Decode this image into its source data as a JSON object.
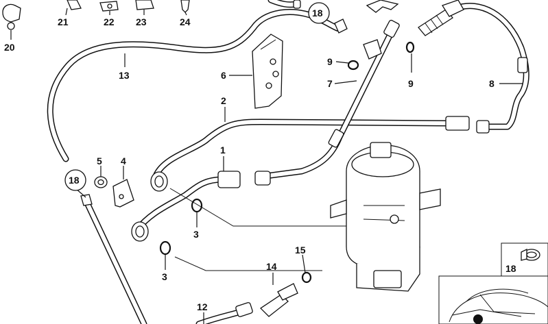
{
  "callouts": [
    {
      "id": "c-20",
      "text": "20"
    },
    {
      "id": "c-21",
      "text": "21"
    },
    {
      "id": "c-22",
      "text": "22"
    },
    {
      "id": "c-23",
      "text": "23"
    },
    {
      "id": "c-24",
      "text": "24"
    },
    {
      "id": "c-18a",
      "text": "18"
    },
    {
      "id": "c-13",
      "text": "13"
    },
    {
      "id": "c-6",
      "text": "6"
    },
    {
      "id": "c-9a",
      "text": "9"
    },
    {
      "id": "c-7",
      "text": "7"
    },
    {
      "id": "c-9b",
      "text": "9"
    },
    {
      "id": "c-8",
      "text": "8"
    },
    {
      "id": "c-2",
      "text": "2"
    },
    {
      "id": "c-1",
      "text": "1"
    },
    {
      "id": "c-5",
      "text": "5"
    },
    {
      "id": "c-4",
      "text": "4"
    },
    {
      "id": "c-18b",
      "text": "18"
    },
    {
      "id": "c-3a",
      "text": "3"
    },
    {
      "id": "c-3b",
      "text": "3"
    },
    {
      "id": "c-14",
      "text": "14"
    },
    {
      "id": "c-15",
      "text": "15"
    },
    {
      "id": "c-12",
      "text": "12"
    },
    {
      "id": "c-18c",
      "text": "18"
    }
  ]
}
